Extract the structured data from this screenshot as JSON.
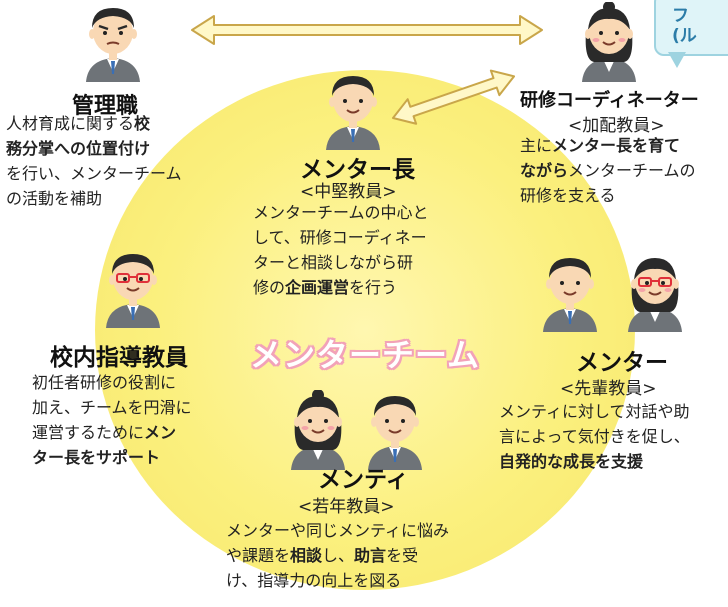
{
  "callout": {
    "text": "フ\n(ル"
  },
  "team_label": "メンターチーム",
  "roles": {
    "kanrishoku": {
      "title": "管理職",
      "lines": [
        [
          {
            "t": "人材育成に関する"
          },
          {
            "t": "校",
            "b": true
          }
        ],
        [
          {
            "t": "務分掌への位置付け",
            "b": true
          }
        ],
        [
          {
            "t": "を行い、メンターチーム"
          }
        ],
        [
          {
            "t": "の活動を補助"
          }
        ]
      ]
    },
    "coordinator": {
      "title": "研修コーディネーター",
      "sub": "<加配教員>",
      "lines": [
        [
          {
            "t": "主に"
          },
          {
            "t": "メンター長を育て",
            "b": true
          }
        ],
        [
          {
            "t": "ながら",
            "b": true
          },
          {
            "t": "メンターチームの"
          }
        ],
        [
          {
            "t": "研修を支える"
          }
        ]
      ]
    },
    "mentor_leader": {
      "title": "メンター長",
      "sub": "<中堅教員>",
      "lines": [
        [
          {
            "t": "メンターチームの中心と"
          }
        ],
        [
          {
            "t": "して、研修コーディネー"
          }
        ],
        [
          {
            "t": "ターと相談しながら研"
          }
        ],
        [
          {
            "t": "修の"
          },
          {
            "t": "企画運営",
            "b": true
          },
          {
            "t": "を行う"
          }
        ]
      ]
    },
    "shidou": {
      "title": "校内指導教員",
      "lines": [
        [
          {
            "t": "初任者研修の役割に"
          }
        ],
        [
          {
            "t": "加え、チームを円滑に"
          }
        ],
        [
          {
            "t": "運営するために"
          },
          {
            "t": "メン",
            "b": true
          }
        ],
        [
          {
            "t": "ター長をサポート",
            "b": true
          }
        ]
      ]
    },
    "mentor": {
      "title": "メンター",
      "sub": "<先輩教員>",
      "lines": [
        [
          {
            "t": "メンティに対して対話や助"
          }
        ],
        [
          {
            "t": "言によって気付きを促し、"
          }
        ],
        [
          {
            "t": "自発的な成長を支援",
            "b": true
          }
        ]
      ]
    },
    "mentee": {
      "title": "メンティ",
      "sub": "<若年教員>",
      "lines": [
        [
          {
            "t": "メンターや同じメンティに悩み"
          }
        ],
        [
          {
            "t": "や課題を"
          },
          {
            "t": "相談",
            "b": true
          },
          {
            "t": "し、"
          },
          {
            "t": "助言",
            "b": true
          },
          {
            "t": "を受"
          }
        ],
        [
          {
            "t": "け、指導力の向上を図る"
          }
        ]
      ]
    }
  },
  "colors": {
    "circle": "#fbf07e",
    "arrow_fill": "#fff8c8",
    "arrow_stroke": "#c9a64a",
    "suit": "#6e7378",
    "shirt_tie": "#3a6fb5",
    "skin": "#f9d8b4",
    "hair": "#2a2a2a",
    "glasses_red": "#e0303a",
    "team_label_outline": "#f2a2b8"
  }
}
